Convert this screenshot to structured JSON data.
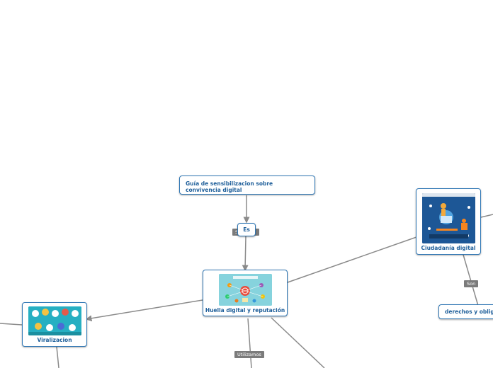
{
  "colors": {
    "node_border": "#2f77b5",
    "node_text": "#1f5f9a",
    "connector": "#8a8a8a",
    "tag_bg": "#7b7b7b"
  },
  "nodes": {
    "guia": {
      "label": "Guía  de sensibilizacion sobre convivencia digital"
    },
    "es": {
      "label": "Es"
    },
    "huella": {
      "label": "Huella digital y reputación",
      "image": "huella-digital-illustration"
    },
    "ciudadania": {
      "label": "Ciudadanía digital",
      "image": "ciudadania-digital-illustration"
    },
    "viralizacion": {
      "label": "Viralizacion",
      "image": "viralizacion-illustration"
    },
    "derechos": {
      "label": "derechos y obliga"
    }
  },
  "tags": {
    "son": "Son",
    "utilizamos": "Utilizamos",
    "behind_es": "S"
  }
}
